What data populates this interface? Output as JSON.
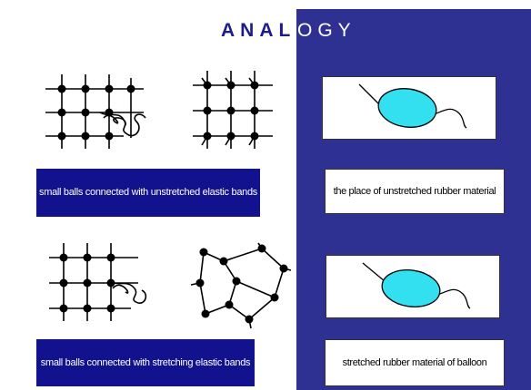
{
  "title": {
    "left_part": "ANAL",
    "right_part": "OGY"
  },
  "captions": {
    "top": "small balls connected with unstretched elastic bands",
    "bottom": "small balls connected with stretching elastic bands"
  },
  "notes": {
    "top": "the place of unstretched rubber material",
    "bottom": "stretched rubber material of balloon"
  },
  "colors": {
    "panel": "#2e3192",
    "caption_bg": "#12128f",
    "title_text": "#1c1c8c",
    "balloon_fill": "#33e0f0"
  },
  "icons": [
    "balloon-icon",
    "balloon-icon"
  ]
}
